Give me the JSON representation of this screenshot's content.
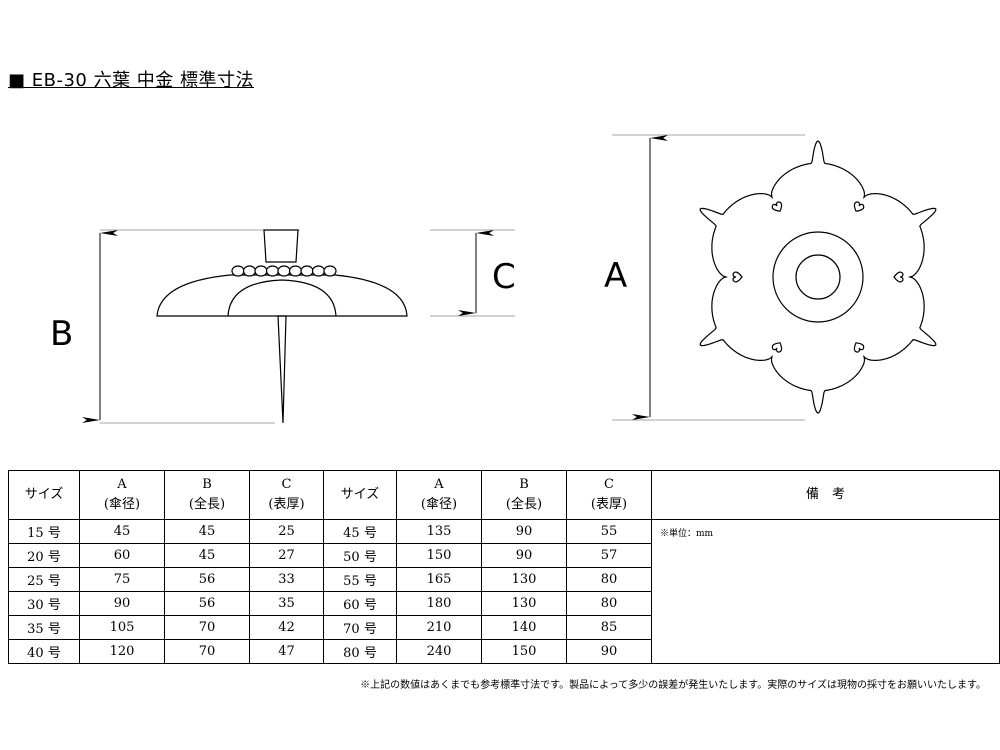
{
  "title": "■ EB-30 六葉 中金 標準寸法",
  "labels": {
    "A": "A",
    "B": "B",
    "C": "C"
  },
  "table": {
    "headers": [
      [
        "サイズ",
        ""
      ],
      [
        "A",
        "(傘径)"
      ],
      [
        "B",
        "(全長)"
      ],
      [
        "C",
        "(表厚)"
      ],
      [
        "サイズ",
        ""
      ],
      [
        "A",
        "(傘径)"
      ],
      [
        "B",
        "(全長)"
      ],
      [
        "C",
        "(表厚)"
      ]
    ],
    "remarks_header": "備　考",
    "remarks": "※単位：mm",
    "rows": [
      [
        "15 号",
        "45",
        "45",
        "25",
        "45 号",
        "135",
        "90",
        "55"
      ],
      [
        "20 号",
        "60",
        "45",
        "27",
        "50 号",
        "150",
        "90",
        "57"
      ],
      [
        "25 号",
        "75",
        "56",
        "33",
        "55 号",
        "165",
        "130",
        "80"
      ],
      [
        "30 号",
        "90",
        "56",
        "35",
        "60 号",
        "180",
        "130",
        "80"
      ],
      [
        "35 号",
        "105",
        "70",
        "42",
        "70 号",
        "210",
        "140",
        "85"
      ],
      [
        "40 号",
        "120",
        "70",
        "47",
        "80 号",
        "240",
        "150",
        "90"
      ]
    ]
  },
  "footnote": "※上記の数値はあくまでも参考標準寸法です。製品によって多少の誤差が発生いたします。実際のサイズは現物の採寸をお願いいたします。"
}
